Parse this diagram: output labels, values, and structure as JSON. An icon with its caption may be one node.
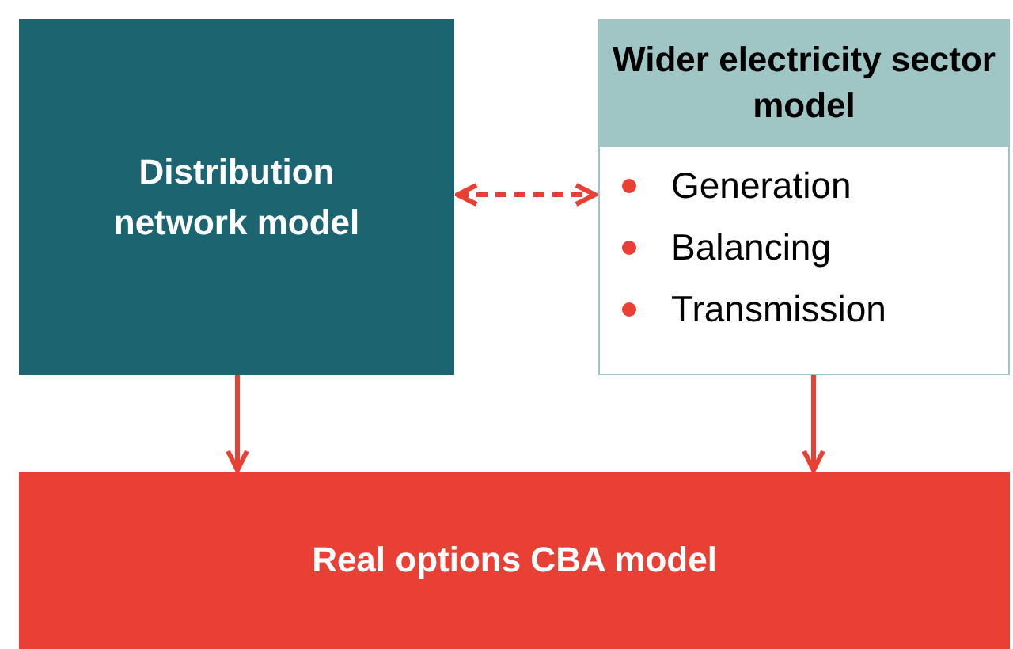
{
  "diagram": {
    "nodes": [
      {
        "text": [
          "Distribution network model"
        ]
      },
      {
        "text": [
          "Wider electricity sector model",
          "Generation",
          "Balancing",
          "Transmission"
        ]
      },
      {
        "text": [
          "Real options CBA model"
        ]
      }
    ],
    "edges": [
      {
        "from": 0,
        "to": 1,
        "arrow": "both",
        "style": "dashed"
      },
      {
        "from": 0,
        "to": 2,
        "arrow": "to"
      },
      {
        "from": 1,
        "to": 2,
        "arrow": "to"
      }
    ]
  }
}
